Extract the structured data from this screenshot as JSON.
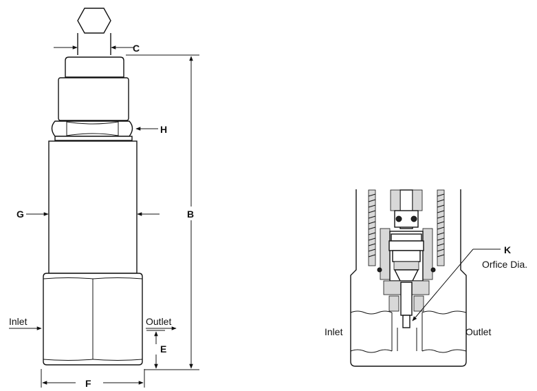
{
  "left_view": {
    "dimensions": {
      "c": "C",
      "h": "H",
      "g": "G",
      "b": "B",
      "e": "E",
      "f": "F"
    },
    "ports": {
      "inlet": "Inlet",
      "outlet": "Outlet"
    }
  },
  "right_view": {
    "dimensions": {
      "k": "K"
    },
    "callout": "Orfice Dia.",
    "ports": {
      "inlet": "Inlet",
      "outlet": "Outlet"
    }
  }
}
